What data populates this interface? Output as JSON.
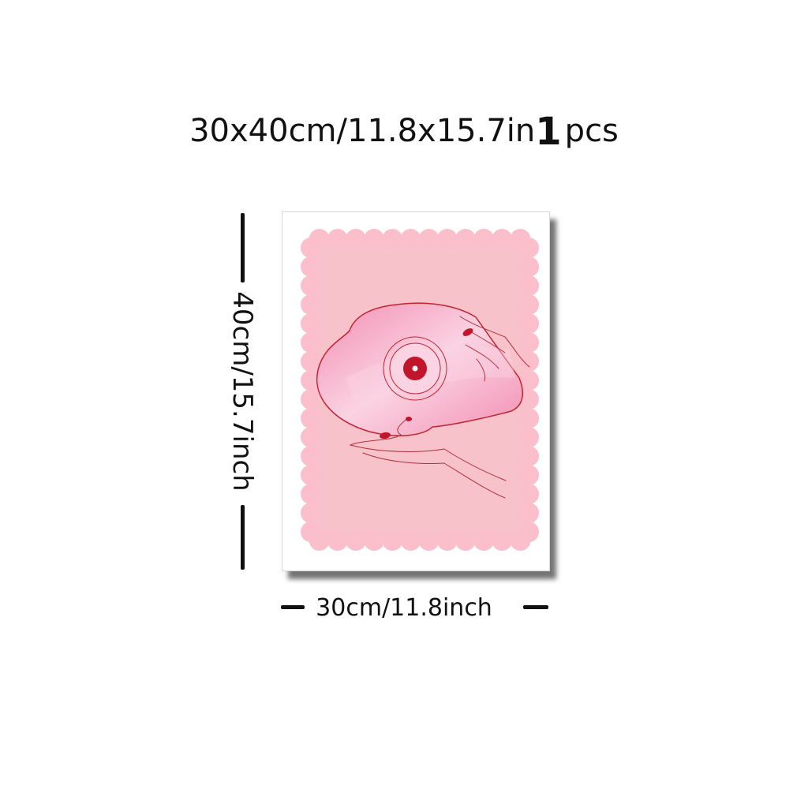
{
  "product": {
    "size_text": "30x40cm/11.8x15.7in",
    "quantity_number": "1",
    "quantity_unit": "pcs"
  },
  "dimensions": {
    "height_label": "40cm/15.7inch",
    "width_label": "30cm/11.8inch"
  },
  "colors": {
    "frame_pink": "#fbbfcb",
    "background_pink": "#f8c2cb",
    "record_pink": "#f28eb1",
    "record_highlight": "#fbd3e2",
    "outline_red": "#c2232f",
    "nail_red": "#c0152a",
    "line_art": "#b0303a"
  },
  "icons": {
    "poster_art": "heart-vinyl-record-held-by-hands"
  }
}
